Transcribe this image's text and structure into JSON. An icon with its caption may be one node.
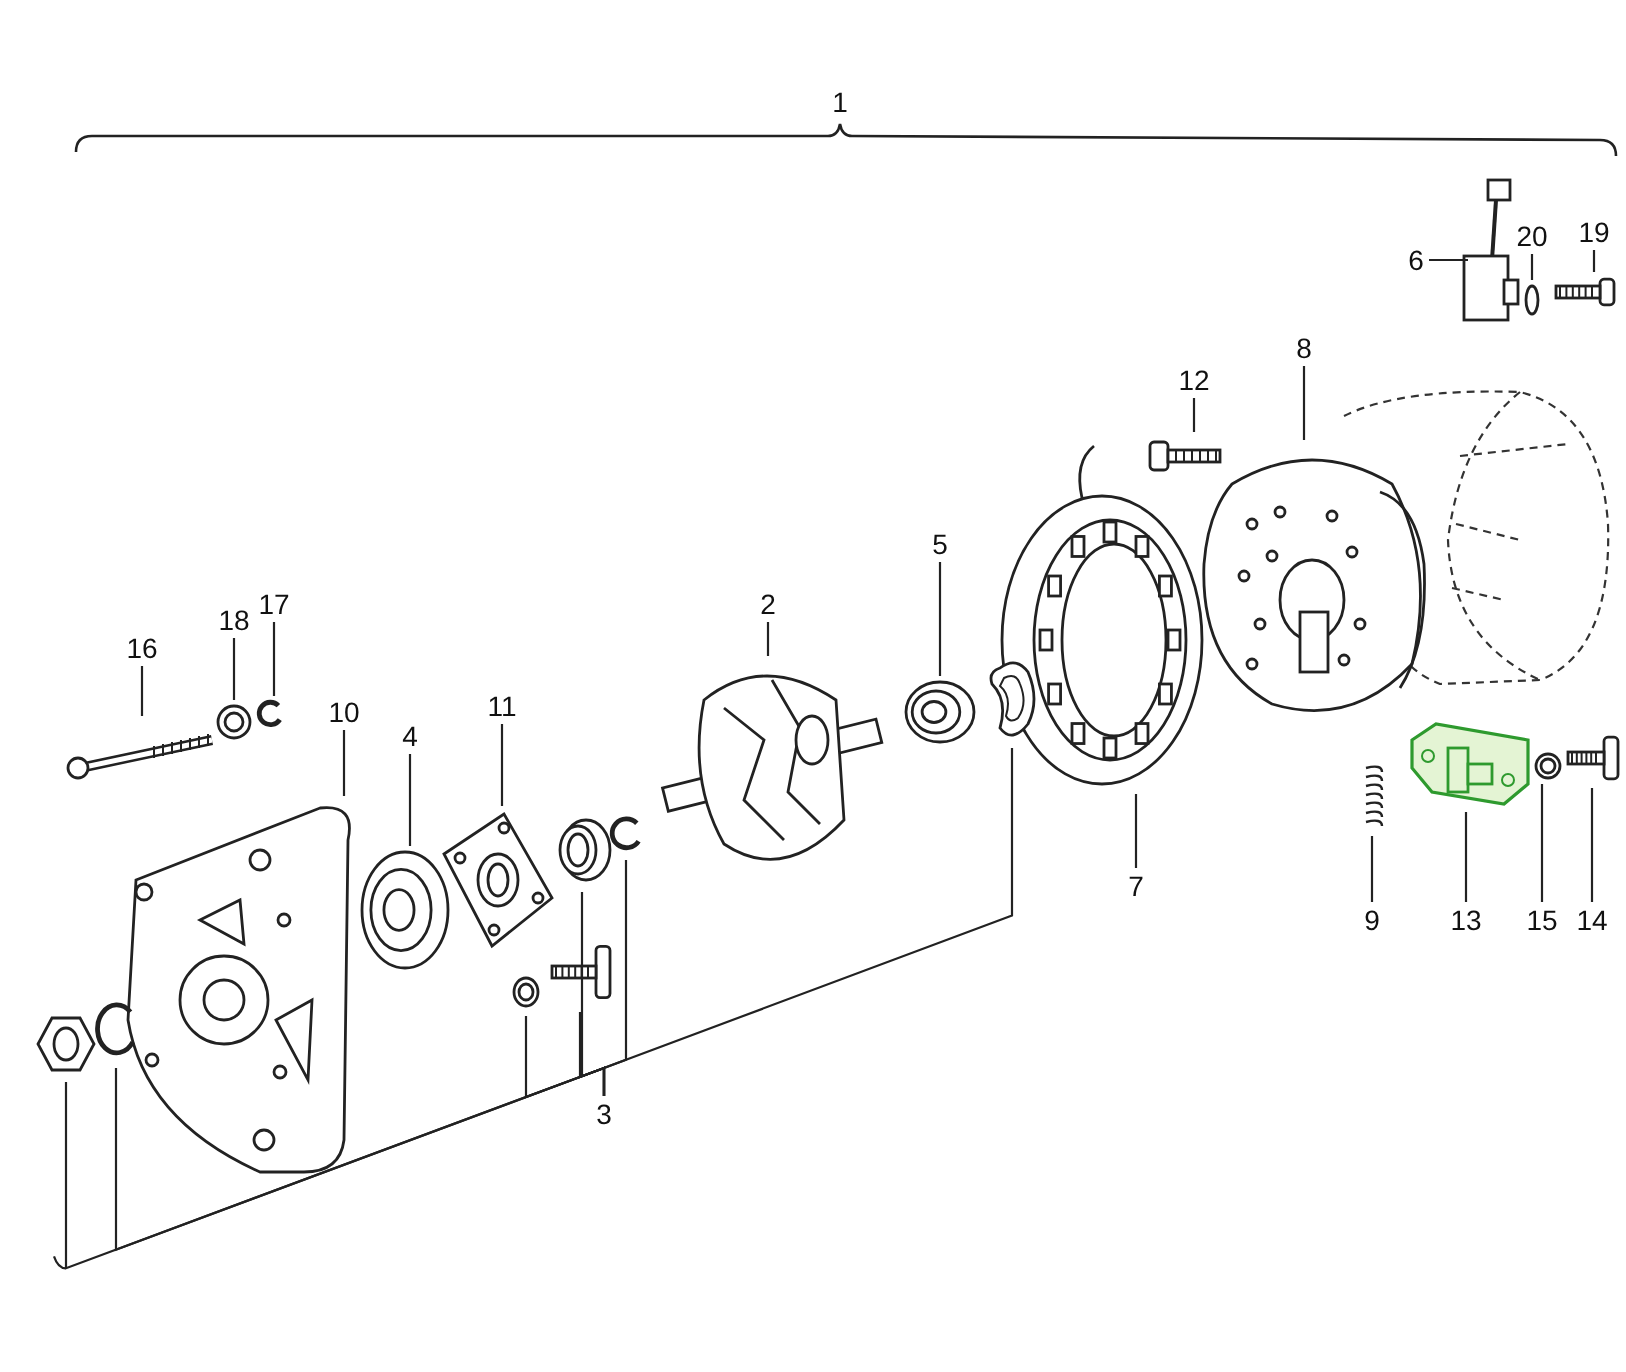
{
  "diagram": {
    "nodes": [
      {
        "text": [
          "6"
        ]
      },
      {
        "text": [
          "20"
        ]
      },
      {
        "text": [
          "19"
        ]
      },
      {
        "text": [
          "12"
        ]
      },
      {
        "text": [
          "8"
        ]
      },
      {
        "text": [
          "16"
        ]
      },
      {
        "text": [
          "18"
        ]
      },
      {
        "text": [
          "17"
        ]
      },
      {
        "text": [
          "2"
        ]
      },
      {
        "text": [
          "5"
        ]
      },
      {
        "text": [
          "10"
        ]
      },
      {
        "text": [
          "4"
        ]
      },
      {
        "text": [
          "11"
        ]
      },
      {
        "text": [
          "9"
        ]
      },
      {
        "text": [
          "13"
        ]
      },
      {
        "text": [
          "15"
        ]
      },
      {
        "text": [
          "14"
        ]
      },
      {
        "text": [
          "7"
        ]
      },
      {
        "text": [
          "3"
        ]
      },
      {
        "text": [],
        "shape": "picture"
      },
      {
        "text": [],
        "shape": "circle"
      },
      {
        "text": [],
        "shape": "picture"
      },
      {
        "text": [],
        "shape": "picture"
      },
      {
        "text": [],
        "shape": "picture"
      },
      {
        "text": [],
        "shape": "picture"
      },
      {
        "text": [],
        "shape": "picture"
      },
      {
        "text": [],
        "shape": "picture"
      },
      {
        "text": [],
        "shape": "picture"
      },
      {
        "text": [],
        "shape": "picture"
      },
      {
        "text": [],
        "shape": "picture"
      },
      {
        "text": [],
        "shape": "picture"
      },
      {
        "text": [],
        "shape": "picture"
      },
      {
        "text": [],
        "shape": "picture"
      },
      {
        "text": [],
        "shape": "picture"
      },
      {
        "text": [],
        "shape": "picture"
      },
      {
        "text": [],
        "shape": "picture"
      },
      {
        "text": [],
        "shape": "picture"
      },
      {
        "text": [],
        "shape": "picture"
      },
      {
        "text": [],
        "shape": "picture"
      },
      {
        "text": [],
        "shape": "picture"
      },
      {
        "text": [],
        "shape": "picture"
      },
      {
        "text": [],
        "shape": "picture"
      },
      {
        "text": [],
        "shape": "picture"
      },
      {
        "text": [],
        "shape": "picture"
      }
    ],
    "edges": [
      {
        "from": 0,
        "to": 19,
        "arrow": "none"
      },
      {
        "from": 1,
        "to": 20,
        "arrow": "none"
      },
      {
        "from": 2,
        "to": 21,
        "arrow": "none"
      },
      {
        "from": 3,
        "to": 22,
        "arrow": "none"
      },
      {
        "from": 4,
        "to": 23,
        "arrow": "none"
      },
      {
        "from": 5,
        "to": 24,
        "arrow": "none"
      },
      {
        "from": 6,
        "to": 25,
        "arrow": "none"
      },
      {
        "from": 7,
        "to": 26,
        "arrow": "none"
      },
      {
        "from": 8,
        "to": 27,
        "arrow": "none"
      },
      {
        "from": 9,
        "to": 28,
        "arrow": "none"
      },
      {
        "from": 10,
        "to": 29,
        "arrow": "none"
      },
      {
        "from": 11,
        "to": 30,
        "arrow": "none"
      },
      {
        "from": 12,
        "to": 31,
        "arrow": "none"
      },
      {
        "from": 13,
        "to": 32,
        "arrow": "none"
      },
      {
        "from": 14,
        "to": 33,
        "arrow": "none"
      },
      {
        "from": 15,
        "to": 34,
        "arrow": "none"
      },
      {
        "from": 16,
        "to": 35,
        "arrow": "none"
      },
      {
        "from": 17,
        "to": 36,
        "arrow": "none"
      },
      {
        "from": 18,
        "to": 37,
        "arrow": "none"
      },
      {
        "from": 18,
        "to": 38,
        "arrow": "none"
      },
      {
        "from": 18,
        "to": 39,
        "arrow": "none"
      },
      {
        "from": 18,
        "to": 40,
        "arrow": "none"
      },
      {
        "from": 18,
        "to": 41,
        "arrow": "none"
      },
      {
        "from": 18,
        "to": 42,
        "arrow": "none"
      },
      {
        "from": 18,
        "to": 43,
        "arrow": "none"
      }
    ],
    "labels": [
      "1"
    ]
  }
}
